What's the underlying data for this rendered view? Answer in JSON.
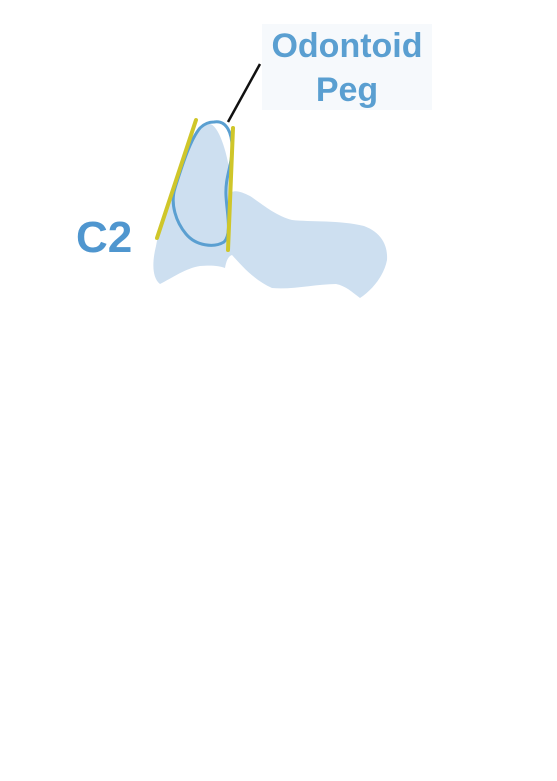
{
  "labels": {
    "peg_line1": "Odontoid",
    "peg_line2": "Peg",
    "vertebra": "C2"
  },
  "colors": {
    "bone_fill": "#cddff0",
    "peg_outline": "#5a9fd1",
    "alignment_lines": "#cfc62a",
    "leader_line": "#111111",
    "label_text": "#5a9fd1"
  }
}
